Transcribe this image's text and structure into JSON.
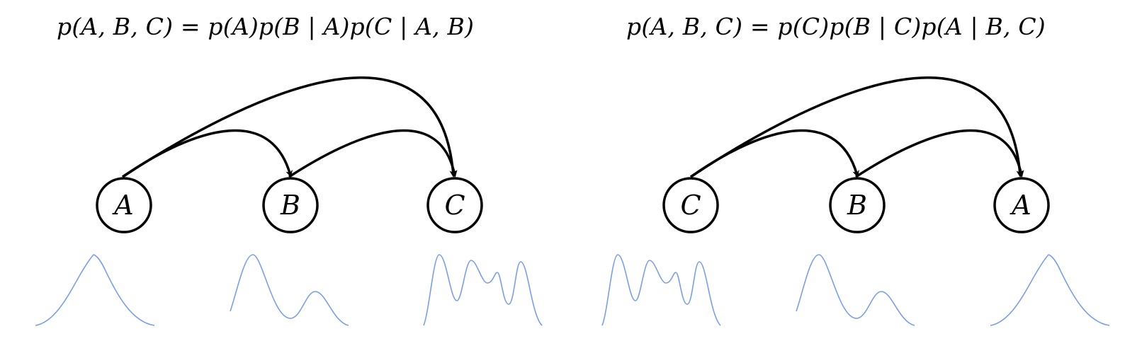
{
  "formulas": {
    "left": "p(A, B, C) = p(A)p(B | A)p(C | A, B)",
    "right": "p(A, B, C) = p(C)p(B | C)p(A | B, C)"
  },
  "diagrams": [
    {
      "nodes": [
        {
          "label": "A",
          "density": "unimodal"
        },
        {
          "label": "B",
          "density": "bimodal"
        },
        {
          "label": "C",
          "density": "multimodal"
        }
      ]
    },
    {
      "nodes": [
        {
          "label": "C",
          "density": "multimodal"
        },
        {
          "label": "B",
          "density": "bimodal"
        },
        {
          "label": "A",
          "density": "unimodal"
        }
      ]
    }
  ],
  "colors": {
    "density_curve": "#7b9ee8",
    "node_stroke": "#000000",
    "edge": "#000000"
  }
}
